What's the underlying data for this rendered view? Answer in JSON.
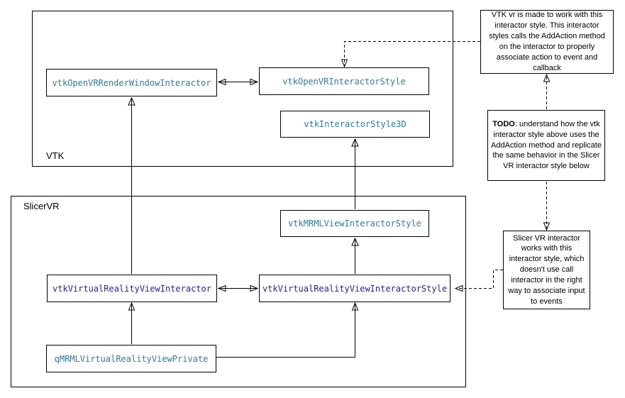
{
  "groups": {
    "vtk": {
      "label": "VTK"
    },
    "slicervr": {
      "label": "SlicerVR"
    }
  },
  "classes": {
    "openvr_rwi": {
      "label": "vtkOpenVRRenderWindowInteractor"
    },
    "openvr_style": {
      "label": "vtkOpenVRInteractorStyle"
    },
    "style3d": {
      "label": "vtkInteractorStyle3D"
    },
    "mrml_style": {
      "label": "vtkMRMLViewInteractorStyle"
    },
    "vr_interactor": {
      "label": "vtkVirtualRealityViewInteractor"
    },
    "vr_style": {
      "label": "vtkVirtualRealityViewInteractorStyle"
    },
    "qmrml_private": {
      "label": "qMRMLVirtualRealityViewPrivate"
    }
  },
  "annotations": {
    "vtk_note": {
      "text": "VTK vr is made to work with this interactor style. This interactor styles calls the AddAction method on the interactor to properly associate action to event and callback"
    },
    "todo_note": {
      "label": "TODO",
      "text": ": understand how the vtk interactor style above uses the AddAction method and replicate the same behavior in the Slicer VR interactor style below"
    },
    "slicer_note": {
      "text": "Slicer VR interactor works with this interactor style, which doesn't use call interactor in the right way to associate input to events"
    }
  },
  "colors": {
    "class_name_teal": "#2a7f9f",
    "class_name_navy": "#2323aa",
    "line_black": "#000000",
    "background": "#ffffff"
  }
}
